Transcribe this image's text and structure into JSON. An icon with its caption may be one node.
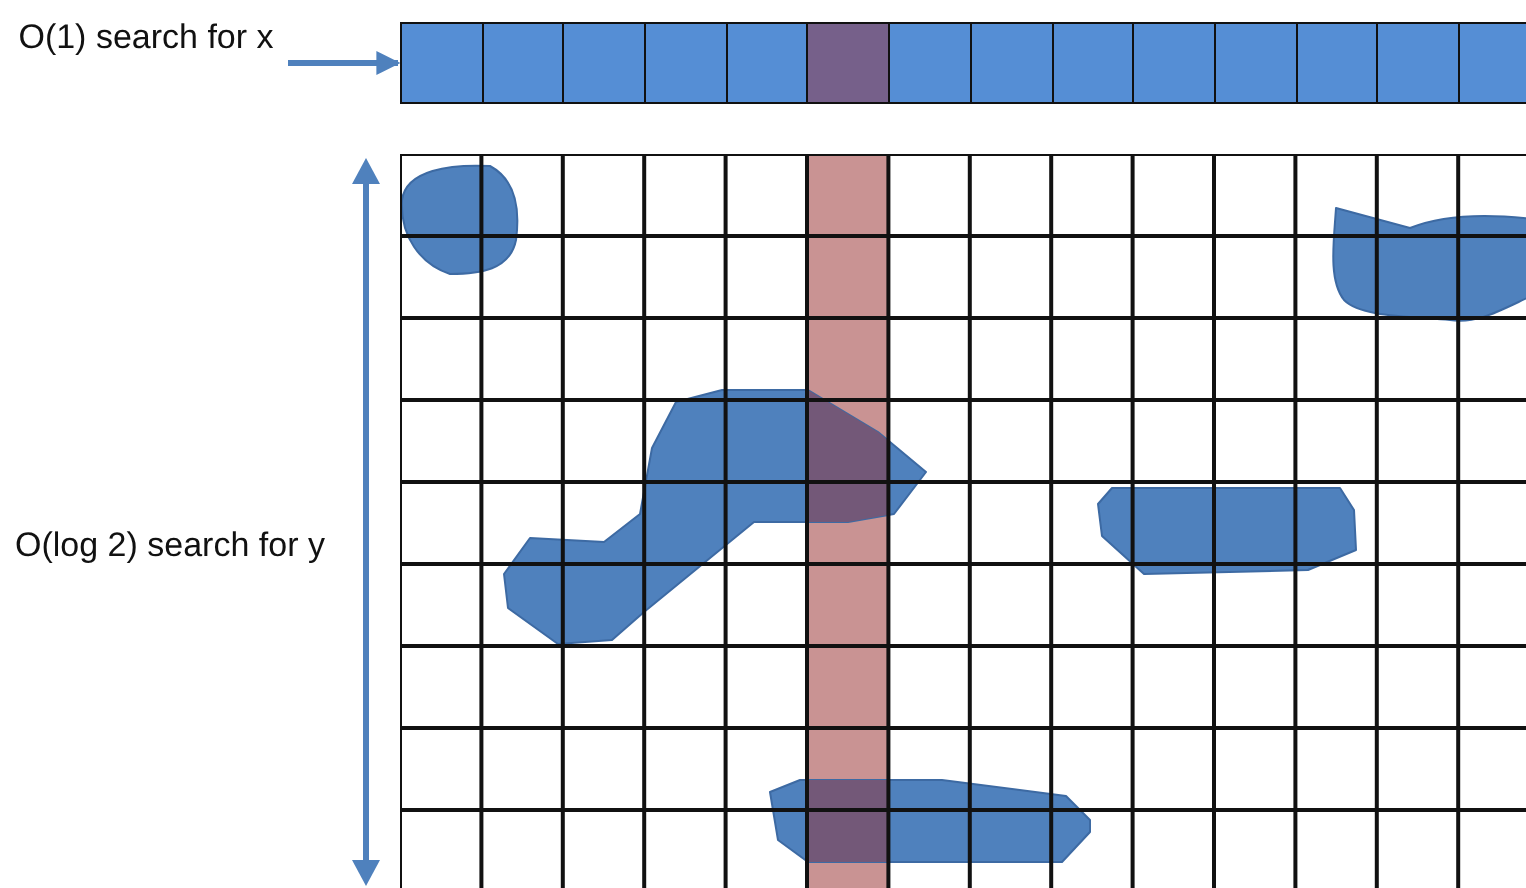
{
  "diagram": {
    "nodes": [
      {
        "text": [
          "O(1) search for x"
        ]
      },
      {
        "text": [],
        "shape": "bar"
      },
      {
        "text": [
          "O(log 2) search for y"
        ]
      }
    ],
    "edges": [
      {
        "from": 0,
        "to": 1,
        "arrow": "to"
      }
    ]
  }
}
